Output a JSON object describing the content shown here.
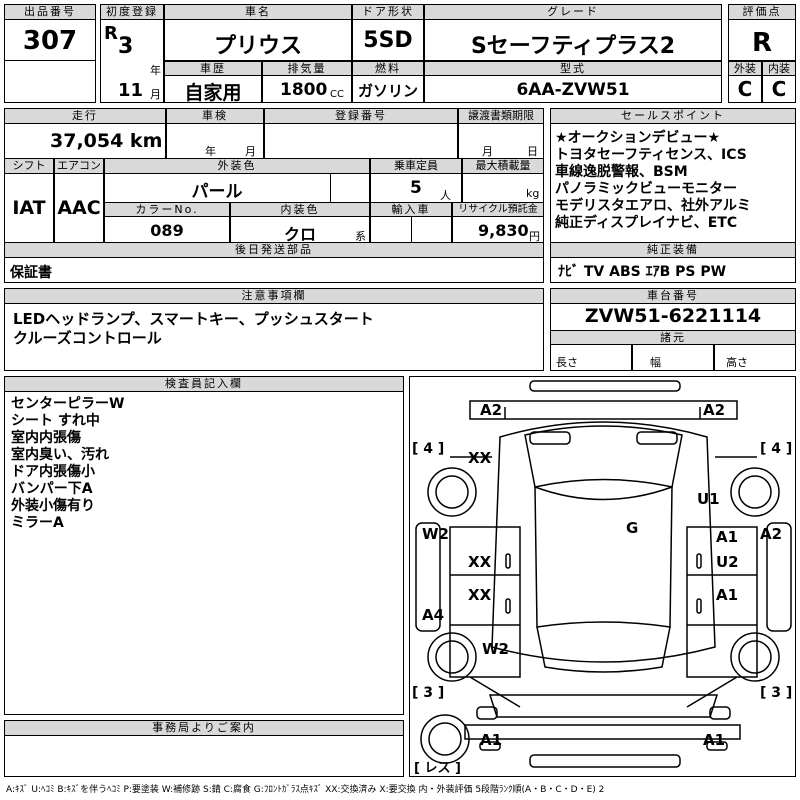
{
  "header": {
    "lot_label": "出品番号",
    "lot_no": "307",
    "first_reg_label": "初度登録",
    "era": "R",
    "year": "3",
    "year_unit": "年",
    "month": "11",
    "month_unit": "月",
    "model_name_label": "車名",
    "model_name": "プリウス",
    "door_label": "ドア形状",
    "door": "5SD",
    "grade_label": "グレード",
    "grade": "Sセーフティプラス2",
    "score_label": "評価点",
    "score": "R",
    "history_label": "車歴",
    "history": "自家用",
    "displacement_label": "排気量",
    "displacement": "1800",
    "cc": "CC",
    "fuel_label": "燃料",
    "fuel": "ガソリン",
    "type_label": "型式",
    "type": "6AA-ZVW51",
    "ext_label": "外装",
    "ext": "C",
    "int_label": "内装",
    "int": "C"
  },
  "mid": {
    "mileage_label": "走行",
    "mileage": "37,054 km",
    "inspection_label": "車検",
    "insp_year": "年",
    "insp_month": "月",
    "reg_no_label": "登録番号",
    "transfer_label": "譲渡書類期限",
    "tr_month": "月",
    "tr_day": "日",
    "shift_label": "シフト",
    "shift": "IAT",
    "ac_label": "エアコン",
    "ac": "AAC",
    "color_label": "外装色",
    "color": "パール",
    "capacity_label": "乗車定員",
    "capacity": "5",
    "capacity_unit": "人",
    "maxload_label": "最大積載量",
    "maxload_unit": "kg",
    "colorno_label": "カラーNo.",
    "colorno": "089",
    "intcolor_label": "内装色",
    "intcolor": "クロ",
    "intcolor_unit": "系",
    "import_label": "輸入車",
    "recycle_label": "リサイクル預託金",
    "recycle": "9,830",
    "recycle_unit": "円",
    "later_parts_label": "後日発送部品",
    "later_parts": "保証書"
  },
  "sales": {
    "label": "セールスポイント",
    "lines": [
      "★オークションデビュー★",
      "トヨタセーフティセンス、ICS",
      "車線逸脱警報、BSM",
      "パノラミックビューモニター",
      "モデリスタエアロ、社外アルミ",
      "純正ディスプレイナビ、ETC"
    ]
  },
  "equip": {
    "label": "純正装備",
    "items": "ﾅﾋﾞ TV ABS ｴｱB PS PW"
  },
  "notes": {
    "label": "注意事項欄",
    "lines": [
      "LEDヘッドランプ、スマートキー、プッシュスタート",
      "クルーズコントロール"
    ]
  },
  "chassis": {
    "label": "車台番号",
    "value": "ZVW51-6221114",
    "dims_label": "諸元",
    "length": "長さ",
    "width": "幅",
    "height": "高さ"
  },
  "inspector": {
    "label": "検査員記入欄",
    "lines": [
      "センターピラーW",
      "シート すれ中",
      "室内内張傷",
      "室内臭い、汚れ",
      "ドア内張傷小",
      "バンパー下A",
      "外装小傷有り",
      "ミラーA"
    ]
  },
  "office": {
    "label": "事務局よりご案内"
  },
  "diagram": {
    "marks": {
      "a2_fl": "A2",
      "a2_fr": "A2",
      "tire_fl": "[ 4 ]",
      "tire_fr": "[ 4 ]",
      "xx_1": "XX",
      "u1": "U1",
      "g": "G",
      "w2_l": "W2",
      "a1_r1": "A1",
      "a2_r": "A2",
      "xx_2": "XX",
      "u2": "U2",
      "xx_3": "XX",
      "a1_r2": "A1",
      "a4": "A4",
      "w2_rl": "W2",
      "tire_rl": "[ 3 ]",
      "tire_rr": "[ 3 ]",
      "a1_bl": "A1",
      "a1_br": "A1",
      "less": "[ レス ]"
    }
  },
  "legend": "A:ｷｽﾞ U:ﾍｺﾐ B:ｷｽﾞを伴うﾍｺﾐ P:要塗装 W:補修跡 S:錆 C:腐食 G:ﾌﾛﾝﾄｶﾞﾗｽ点ｷｽﾞ XX:交換済み X:要交換 内・外装評価 5段階ﾗﾝｸ順(A・B・C・D・E) 2"
}
